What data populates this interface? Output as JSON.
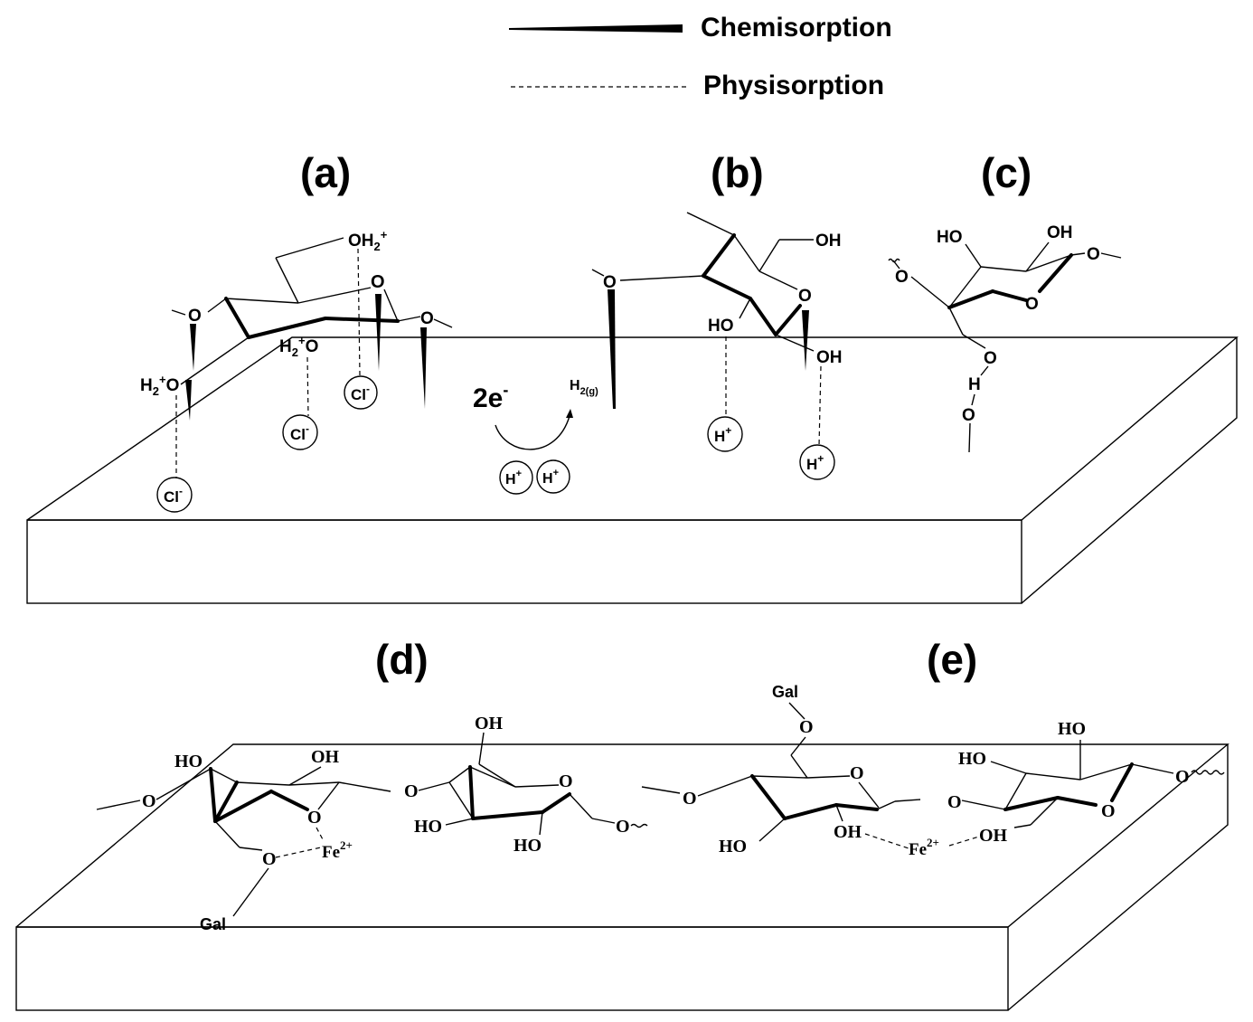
{
  "legend": {
    "chemisorption": "Chemisorption",
    "physisorption": "Physisorption"
  },
  "panels": {
    "a": "(a)",
    "b": "(b)",
    "c": "(c)",
    "d": "(d)",
    "e": "(e)"
  },
  "labels": {
    "oh2_plus": "OH",
    "h2o_plus": "H",
    "o": "O",
    "cl": "Cl",
    "h_plus": "H",
    "two_e": "2e",
    "h2g": "H",
    "oh": "OH",
    "ho": "HO",
    "h": "H",
    "gal": "Gal",
    "fe": "Fe"
  },
  "superscripts": {
    "plus": "+",
    "minus": "-",
    "two": "2",
    "fe_charge": "2+",
    "gas_sub": "2(g)"
  }
}
